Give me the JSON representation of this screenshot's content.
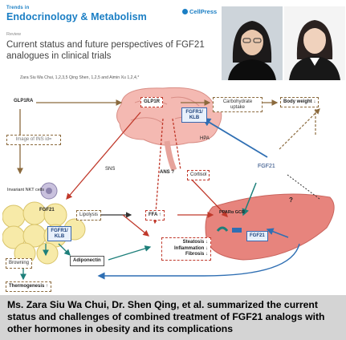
{
  "header": {
    "journal_prefix": "Trends in",
    "journal_name": "Endocrinology & Metabolism",
    "publisher": "CellPress",
    "article_type": "Review",
    "title": "Current status and future perspectives of FGF21 analogues in clinical trials",
    "authors": "Zara Siu Wa Chui, 1,2,3,5 Qing Shen, 1,2,5 and Aimin Xu 1,2,4,*"
  },
  "figure": {
    "glp1ra": "GLP1RA",
    "glp1r": "GLP1R",
    "carb_uptake": "Carbohydrate uptake",
    "body_weight": "Body weight ↓",
    "fgfr1_klb_brain": "FGFR1/ KLB",
    "hpa": "HPA",
    "image_placeholder": "Image of INS id=",
    "sns": "SNS",
    "ans": "ANS ?",
    "cortisol": "Cortisol",
    "fgf21_right": "FGF21",
    "q_mark_right": "?",
    "inkt": "Invariant NKT cells",
    "fgf21_adipose": "FGF21",
    "fgfr1_klb_adipose": "FGFR1/ KLB",
    "lipolysis": "Lipolysis",
    "ffa": "FFA ↑",
    "ppar_gcr": "PPARα GCR",
    "fgf21_liver": "FGF21",
    "steatosis": "Steatosis ↓",
    "inflammation": "Inflammation ↓",
    "fibrosis": "Fibrosis ↓",
    "browning": "Browning",
    "adiponectin": "Adiponectin",
    "thermogenesis": "Thermogenesis ↑"
  },
  "caption": "Ms. Zara Siu Wa Chui, Dr. Shen Qing, et al. summarized the current status and challenges of combined treatment of FGF21 analogs with other hormones in obesity and its complications",
  "colors": {
    "journal_blue": "#1a7ec4",
    "brain_pink": "#f4b9b2",
    "liver_red": "#e7847d",
    "adipose_yellow": "#f7eaa8",
    "arrow_red": "#c0392b",
    "arrow_blue": "#2f6fb3",
    "arrow_brown": "#8b6a3d",
    "arrow_teal": "#1d7f7a",
    "caption_bg": "#d4d4d4"
  }
}
